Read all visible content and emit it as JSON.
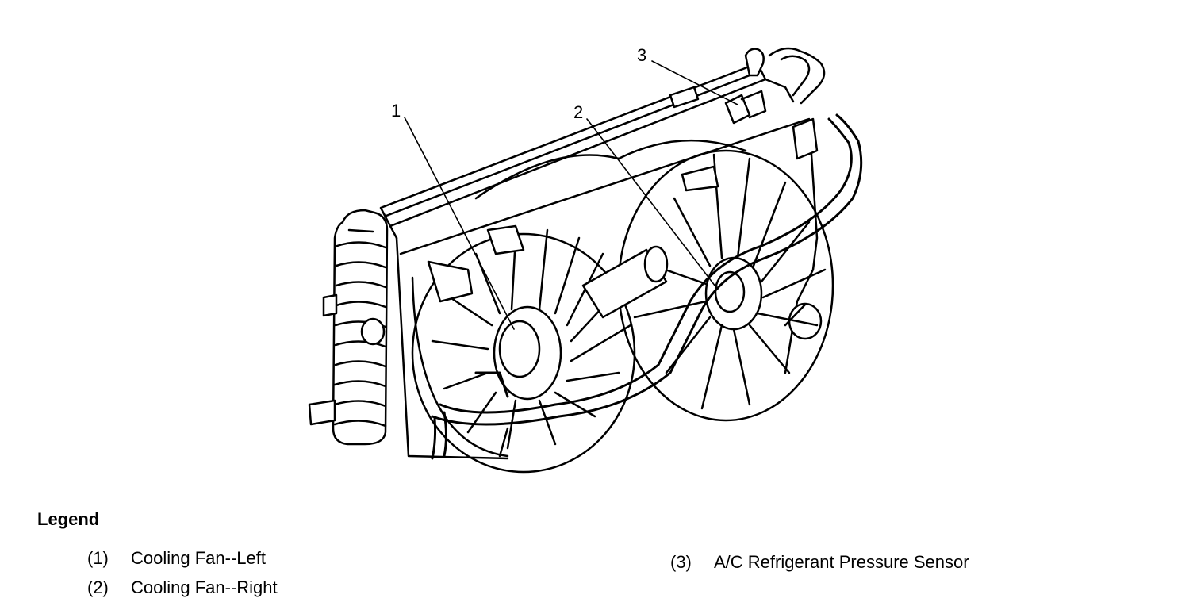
{
  "callouts": [
    {
      "number": "1"
    },
    {
      "number": "2"
    },
    {
      "number": "3"
    }
  ],
  "legend": {
    "title": "Legend",
    "items": [
      {
        "number": "(1)",
        "label": "Cooling Fan--Left"
      },
      {
        "number": "(2)",
        "label": "Cooling Fan--Right"
      },
      {
        "number": "(3)",
        "label": "A/C Refrigerant Pressure Sensor"
      }
    ]
  },
  "colors": {
    "line": "#000000",
    "background": "#ffffff"
  }
}
